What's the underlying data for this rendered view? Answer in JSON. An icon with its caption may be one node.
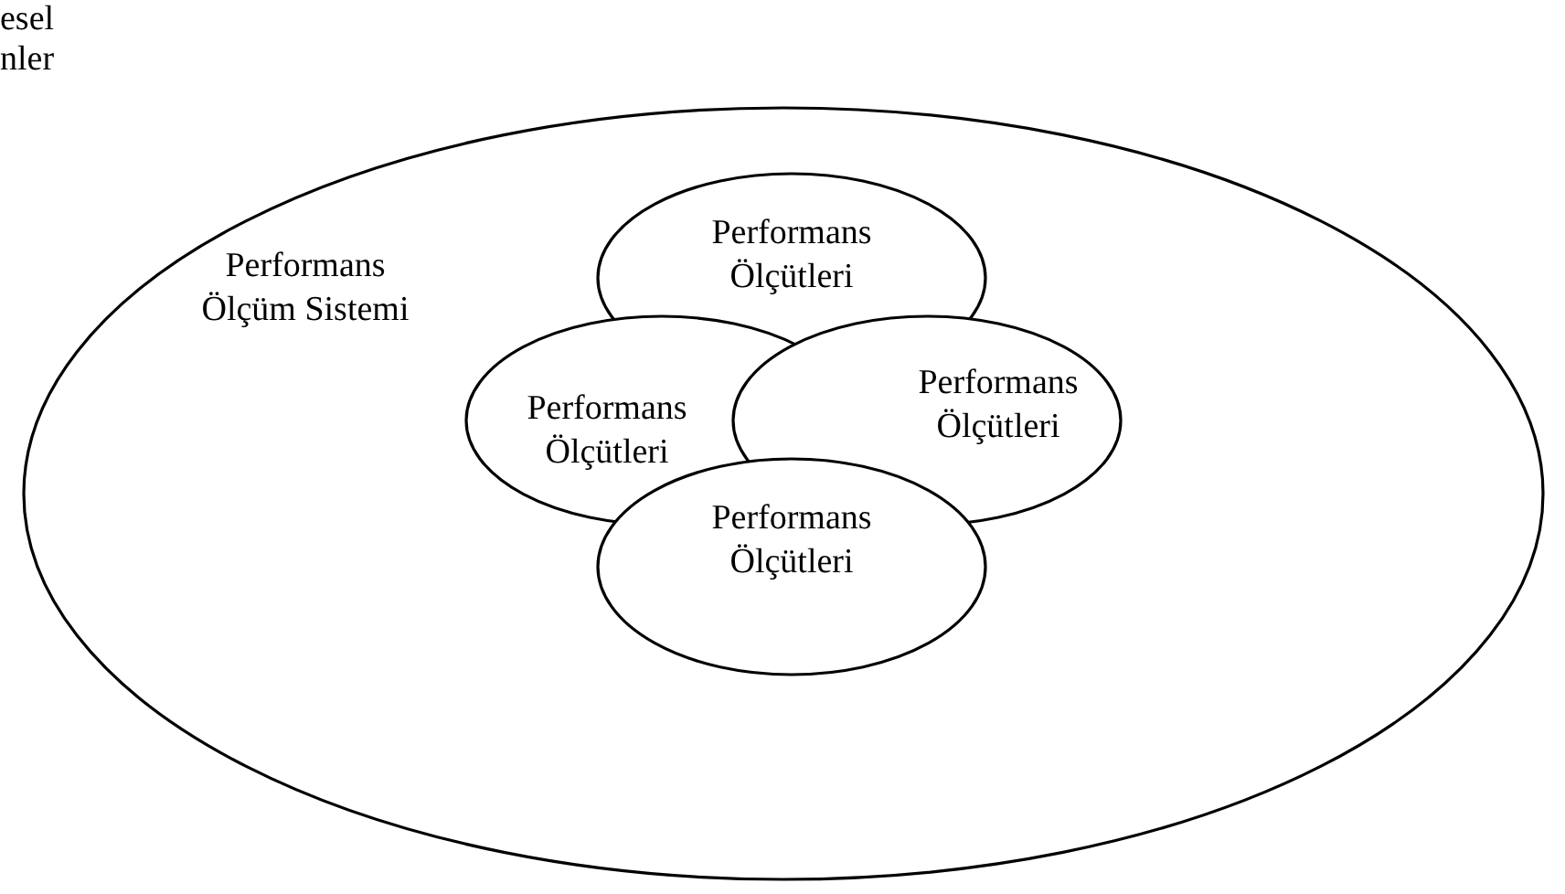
{
  "diagram": {
    "nodes": [
      {
        "text": [
          "Performans Ölçüm Sistemi"
        ]
      },
      {
        "text": [
          "Performans Ölçütleri"
        ],
        "in": 0
      },
      {
        "text": [
          "Performans Ölçütleri"
        ],
        "in": 0
      },
      {
        "text": [
          "Performans Ölçütleri"
        ],
        "in": 0
      },
      {
        "text": [
          "Performans Ölçütleri"
        ],
        "in": 0
      }
    ],
    "labels": [
      "esel",
      "nler"
    ]
  }
}
